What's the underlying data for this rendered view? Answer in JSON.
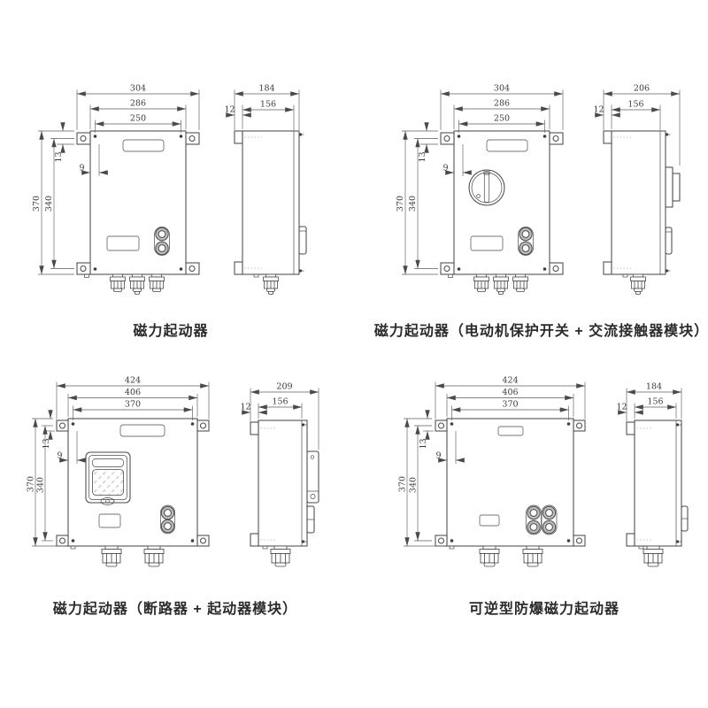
{
  "page": {
    "background": "#ffffff",
    "line_color": "#4a4a4a",
    "caption_color": "#2b2b2b"
  },
  "drawings": [
    {
      "id": "magnetic-starter",
      "caption": "磁力起动器",
      "front": {
        "width_total": "304",
        "width_body": "286",
        "width_holes": "250",
        "height_total": "370",
        "height_holes": "340",
        "ear_offset": "13",
        "hole_inset": "9"
      },
      "side": {
        "depth_total": "184",
        "depth_body": "156",
        "ear_depth": "12"
      }
    },
    {
      "id": "magnetic-starter-motor-protector-contactor",
      "caption": "磁力起动器（电动机保护开关 + 交流接触器模块）",
      "front": {
        "width_total": "304",
        "width_body": "286",
        "width_holes": "250",
        "height_total": "370",
        "height_holes": "340",
        "ear_offset": "13",
        "hole_inset": "9"
      },
      "side": {
        "depth_total": "206",
        "depth_body": "156",
        "ear_depth": "12"
      }
    },
    {
      "id": "magnetic-starter-breaker-starter-module",
      "caption": "磁力起动器（断路器 + 起动器模块）",
      "front": {
        "width_total": "424",
        "width_body": "406",
        "width_holes": "370",
        "height_total": "370",
        "height_holes": "340",
        "ear_offset": "13",
        "hole_inset": "9"
      },
      "side": {
        "depth_total": "209",
        "depth_body": "156",
        "ear_depth": "12"
      }
    },
    {
      "id": "reversible-explosionproof-magnetic-starter",
      "caption": "可逆型防爆磁力起动器",
      "front": {
        "width_total": "424",
        "width_body": "406",
        "width_holes": "370",
        "height_total": "370",
        "height_holes": "340",
        "ear_offset": "13",
        "hole_inset": "9"
      },
      "side": {
        "depth_total": "184",
        "depth_body": "156",
        "ear_depth": "12"
      }
    }
  ]
}
